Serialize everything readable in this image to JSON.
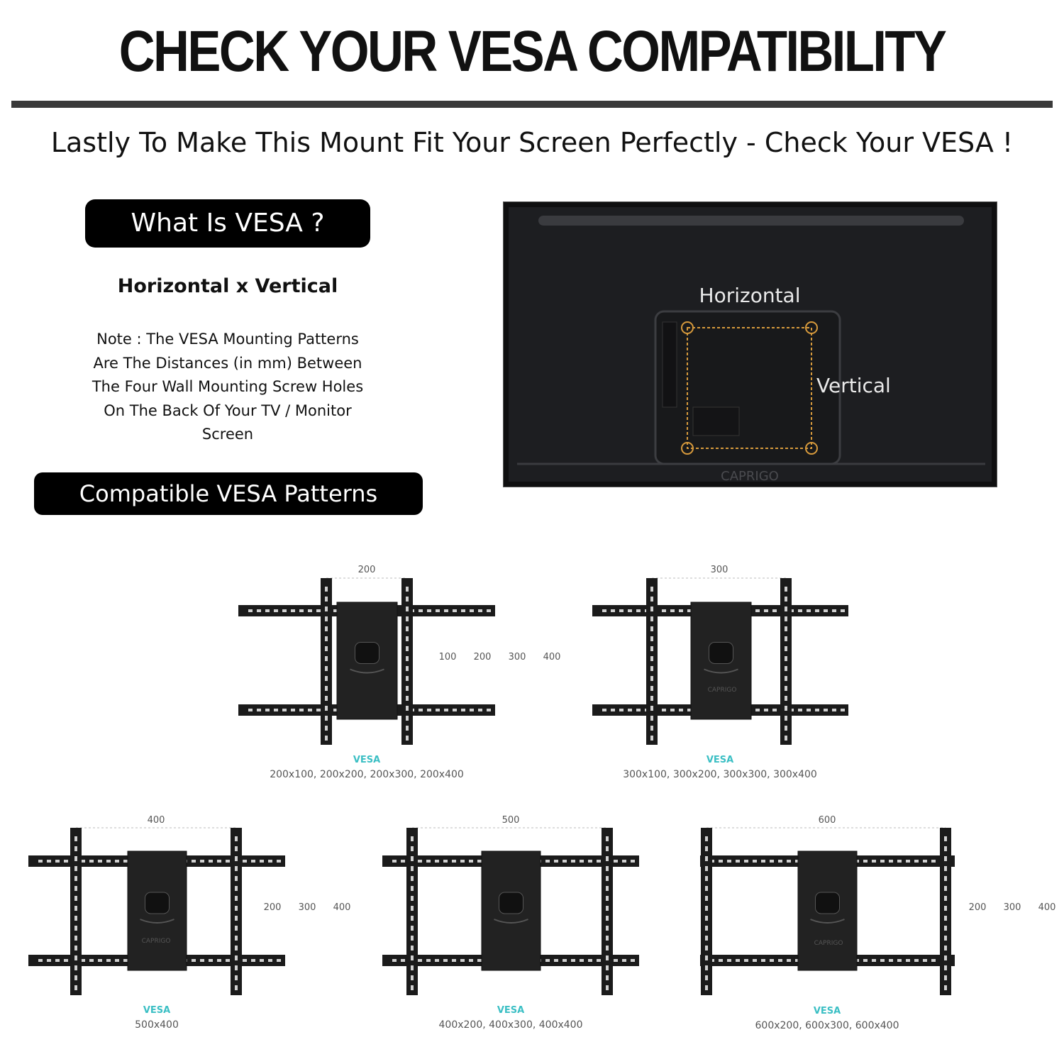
{
  "header": {
    "title": "CHECK YOUR VESA COMPATIBILITY",
    "subtitle": "Lastly To Make This Mount Fit Your Screen Perfectly - Check Your VESA !"
  },
  "info": {
    "what_is_vesa": "What Is VESA ?",
    "hv_label": "Horizontal x Vertical",
    "note": "Note : The VESA Mounting Patterns Are The Distances (in mm) Between The Four Wall Mounting Screw Holes On The Back Of Your TV / Monitor Screen",
    "compatible_label": "Compatible VESA Patterns"
  },
  "tv": {
    "horizontal_label": "Horizontal",
    "vertical_label": "Vertical",
    "brand": "CAPRIGO"
  },
  "colors": {
    "accent_teal": "#3bbfc4",
    "hole_marker": "#d79a3c"
  },
  "mounts": [
    {
      "width_label": "200",
      "heights": [
        "100",
        "200",
        "300",
        "400"
      ],
      "vesa_title": "VESA",
      "patterns": "200x100, 200x200, 200x300, 200x400",
      "brand": ""
    },
    {
      "width_label": "300",
      "heights": [],
      "vesa_title": "VESA",
      "patterns": "300x100, 300x200, 300x300, 300x400",
      "brand": "CAPRIGO"
    },
    {
      "width_label": "400",
      "heights": [
        "200",
        "300",
        "400"
      ],
      "vesa_title": "VESA",
      "patterns": "500x400",
      "brand": "CAPRIGO"
    },
    {
      "width_label": "500",
      "heights": [],
      "vesa_title": "VESA",
      "patterns": "400x200, 400x300, 400x400",
      "brand": ""
    },
    {
      "width_label": "600",
      "heights": [
        "200",
        "300",
        "400"
      ],
      "vesa_title": "VESA",
      "patterns": "600x200, 600x300, 600x400",
      "brand": "CAPRIGO"
    }
  ]
}
